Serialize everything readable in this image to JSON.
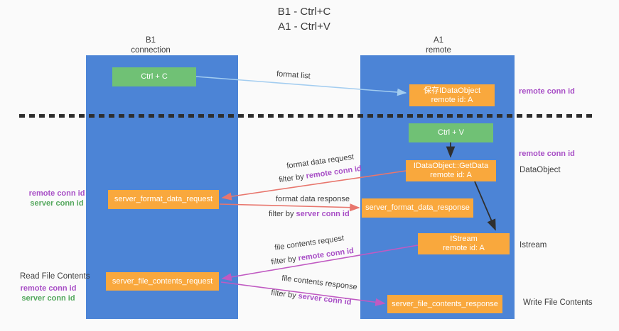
{
  "title": {
    "line1": "B1 - Ctrl+C",
    "line2": "A1 - Ctrl+V"
  },
  "columns": {
    "left": {
      "name": "B1",
      "subtitle": "connection"
    },
    "right": {
      "name": "A1",
      "subtitle": "remote"
    }
  },
  "nodes": {
    "ctrl_c": {
      "label": "Ctrl + C"
    },
    "save_idataobject": {
      "line1": "保存IDataObject",
      "line2": "remote id: A"
    },
    "ctrl_v": {
      "label": "Ctrl + V"
    },
    "getdata": {
      "line1": "IDataObject::GetData",
      "line2": "remote id: A"
    },
    "istream": {
      "line1": "IStream",
      "line2": "remote id: A"
    },
    "server_format_data_request": {
      "label": "server_format_data_request"
    },
    "server_format_data_response": {
      "label": "server_format_data_response"
    },
    "server_file_contents_request": {
      "label": "server_file_contents_request"
    },
    "server_file_contents_response": {
      "label": "server_file_contents_response"
    }
  },
  "arrows": {
    "format_list": {
      "label": "format list"
    },
    "format_data_request": {
      "label": "format data request"
    },
    "format_data_response": {
      "label": "format data response"
    },
    "file_contents_request": {
      "label": "file contents request"
    },
    "file_contents_response": {
      "label": "file contents response"
    },
    "filter_prefix": "filter by ",
    "remote_conn_id": "remote conn id",
    "server_conn_id": "server conn id"
  },
  "side_labels": {
    "remote_conn_id": "remote conn id",
    "server_conn_id": "server conn id",
    "dataobject": "DataObject",
    "istream": "Istream",
    "read_file_contents": "Read File Contents",
    "write_file_contents": "Write File Contents"
  },
  "colors": {
    "lifeline_blue": "#4c84d6",
    "node_green": "#70c175",
    "node_orange": "#f9a83d",
    "arrow_salmon": "#e8766d",
    "arrow_magenta": "#c05ac2",
    "arrow_light_blue": "#a3cdf0",
    "arrow_black": "#2f2f2f",
    "text_purple": "#a84fc6",
    "text_green": "#53a75c"
  }
}
